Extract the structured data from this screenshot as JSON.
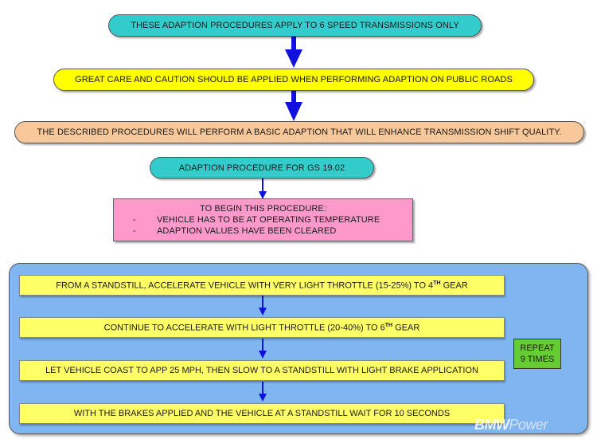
{
  "header_1": "THESE ADAPTION PROCEDURES APPLY TO 6 SPEED TRANSMISSIONS ONLY",
  "header_2": "GREAT CARE AND CAUTION SHOULD BE APPLIED WHEN PERFORMING ADAPTION ON PUBLIC ROADS",
  "header_3": "THE DESCRIBED PROCEDURES WILL PERFORM A BASIC ADAPTION THAT WILL ENHANCE TRANSMISSION SHIFT QUALITY.",
  "procedure_title": "ADAPTION PROCEDURE FOR GS 19.02",
  "prerequisites": {
    "title": "TO BEGIN THIS PROCEDURE:",
    "items": [
      "VEHICLE HAS TO BE AT OPERATING TEMPERATURE",
      "ADAPTION VALUES HAVE BEEN CLEARED"
    ]
  },
  "steps": [
    {
      "text": "FROM A STANDSTILL, ACCELERATE VEHICLE WITH VERY LIGHT THROTTLE (15-25%) TO 4",
      "sup": "TH",
      "suffix": " GEAR"
    },
    {
      "text": "CONTINUE TO ACCELERATE WITH LIGHT THROTTLE (20-40%) TO 6",
      "sup": "TH",
      "suffix": " GEAR"
    },
    {
      "text": "LET VEHICLE COAST TO APP 25 MPH, THEN SLOW TO A STANDSTILL WITH LIGHT BRAKE APPLICATION",
      "sup": "",
      "suffix": ""
    },
    {
      "text": "WITH THE BRAKES APPLIED AND THE VEHICLE AT A STANDSTILL WAIT FOR 10 SECONDS",
      "sup": "",
      "suffix": ""
    }
  ],
  "repeat": {
    "line1": "REPEAT",
    "line2": "9 TIMES"
  },
  "watermark": {
    "bold": "BMW",
    "thin": "Power"
  },
  "colors": {
    "cyan": "#33cccc",
    "yellow": "#ffff00",
    "peach": "#f8c89a",
    "pink": "#ff99cc",
    "panel_blue": "#7fb6f2",
    "step_yellow": "#ffff66",
    "arrow_blue": "#1111dd",
    "repeat_green": "#66cc33"
  }
}
